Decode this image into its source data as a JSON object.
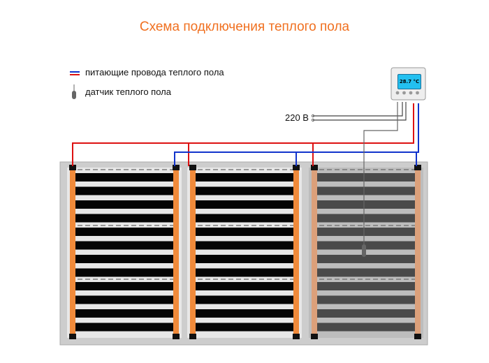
{
  "title": "Схема подключения теплого пола",
  "legend": {
    "power_wires": "питающие провода теплого пола",
    "sensor": "датчик теплого пола"
  },
  "voltage_label": "220 В",
  "thermostat": {
    "display": "28.7 °C",
    "buttons": 4
  },
  "colors": {
    "title": "#f07020",
    "wire_red": "#dd1111",
    "wire_blue": "#1133cc",
    "bus_bar": "#f08a3a",
    "film_stripe": "#050505",
    "film_stripe_shaded": "#4a4a4a",
    "display": "#23c0f0"
  },
  "panels": [
    {
      "shaded": false
    },
    {
      "shaded": false
    },
    {
      "shaded": true
    }
  ]
}
